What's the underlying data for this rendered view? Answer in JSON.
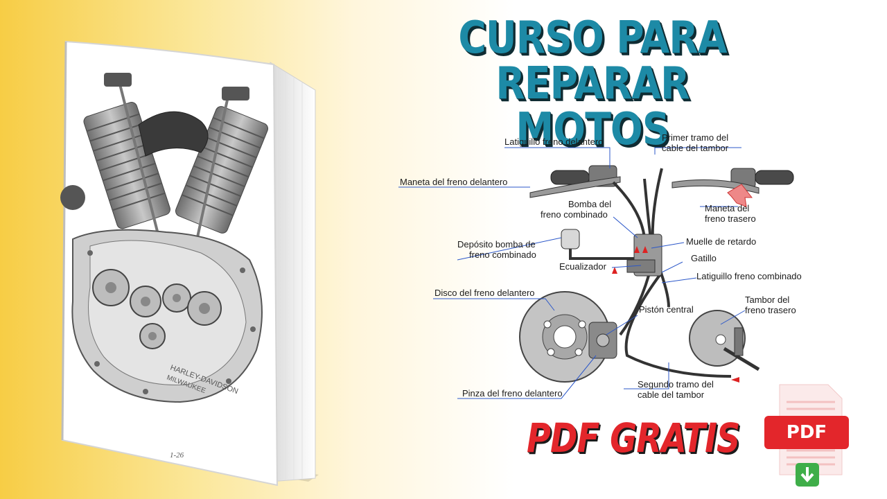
{
  "headline": {
    "line1": "CURSO PARA",
    "line2": "REPARAR MOTOS"
  },
  "book": {
    "cover_text": "HARLEY-DAVIDSON",
    "cover_subtext": "MILWAUKEE",
    "page_note": "1-26"
  },
  "diagram": {
    "labels": {
      "latiguillo_delantero": "Latiguillo freno delantero",
      "primer_tramo_1": "Primer tramo del",
      "primer_tramo_2": "cable del tambor",
      "maneta_delantero": "Maneta del freno delantero",
      "bomba_1": "Bomba del",
      "bomba_2": "freno combinado",
      "maneta_trasero_1": "Maneta del",
      "maneta_trasero_2": "freno trasero",
      "deposito_1": "Depósito bomba de",
      "deposito_2": "freno combinado",
      "muelle": "Muelle de retardo",
      "ecualizador": "Ecualizador",
      "gatillo": "Gatillo",
      "latiguillo_combinado": "Latiguillo freno combinado",
      "disco": "Disco del freno delantero",
      "tambor_1": "Tambor del",
      "tambor_2": "freno trasero",
      "piston": "Pistón central",
      "segundo_tramo_1": "Segundo tramo del",
      "segundo_tramo_2": "cable del tambor",
      "pinza": "Pinza del freno delantero"
    }
  },
  "cta": {
    "text": "PDF GRATIS",
    "icon_label": "PDF"
  },
  "colors": {
    "headline": "#1d8aa6",
    "cta": "#e3262b",
    "pdf_red": "#e3262b",
    "download_green": "#3fae49",
    "leader_blue": "#2b57c9"
  },
  "icons": [
    "pdf-file-icon",
    "download-arrow-icon"
  ]
}
